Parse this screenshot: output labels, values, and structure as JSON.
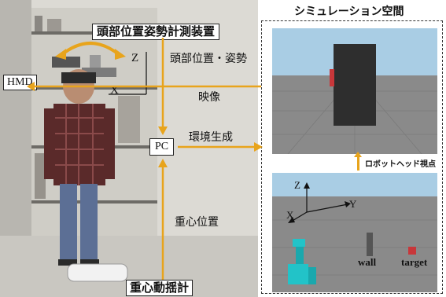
{
  "labels": {
    "head_tracker": "頭部位置姿勢計測装置",
    "hmd": "HMD",
    "pc": "PC",
    "head_pose": "頭部位置・姿勢",
    "video": "映像",
    "env_gen": "環境生成",
    "cog_position": "重心位置",
    "balance_board": "重心動揺計",
    "sim_space": "シミュレーション空間",
    "robot_head_view": "ロボットヘッド視点",
    "axis_z_photo": "Z",
    "axis_x_photo": "X",
    "axis_z_sim": "Z",
    "axis_y_sim": "Y",
    "axis_x_sim": "X",
    "wall": "wall",
    "target": "target"
  },
  "colors": {
    "arrow": "#e8a41c",
    "sky": "#a9cde4",
    "floor": "#8a8a8a",
    "robot": "#22c3c8",
    "target": "#c8373a"
  }
}
